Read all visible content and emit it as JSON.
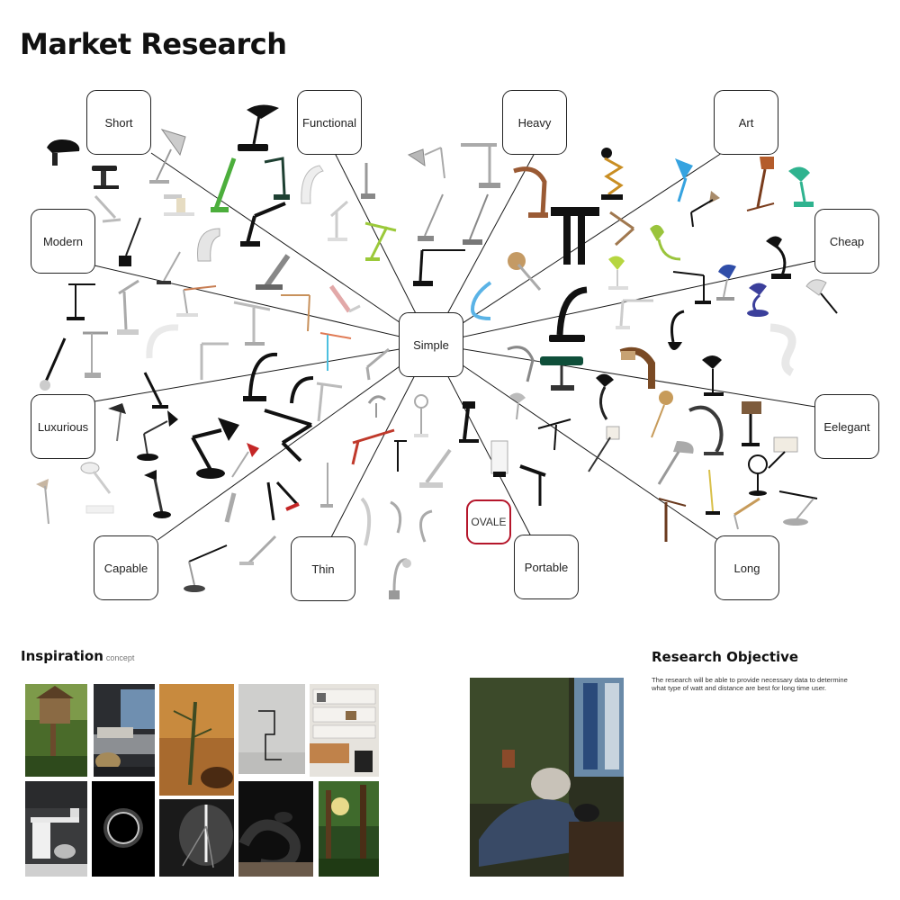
{
  "page": {
    "title": "Market Research"
  },
  "mindmap": {
    "center": "Simple",
    "nodes": [
      "Short",
      "Functional",
      "Heavy",
      "Art",
      "Modern",
      "Cheap",
      "Luxurious",
      "Eelegant",
      "Capable",
      "Thin",
      "Portable",
      "Long"
    ],
    "highlight": "OVALE",
    "highlight_color": "#b5162b"
  },
  "inspiration": {
    "title": "Inspiration",
    "subtitle": "concept",
    "images": [
      "treehouse-photo",
      "bedroom-photo",
      "stick-insect-photo",
      "wire-sculpture-photo",
      "shelf-office-photo",
      "dark-office-photo",
      "solar-eclipse-photo",
      "lamp-photo",
      "snake-photo",
      "forest-photo"
    ]
  },
  "objective": {
    "title": "Research Objective",
    "text": "The research will be able to provide necessary data to determine what type of watt and distance are best for long time user.",
    "image": "elderly-reader-photo"
  }
}
